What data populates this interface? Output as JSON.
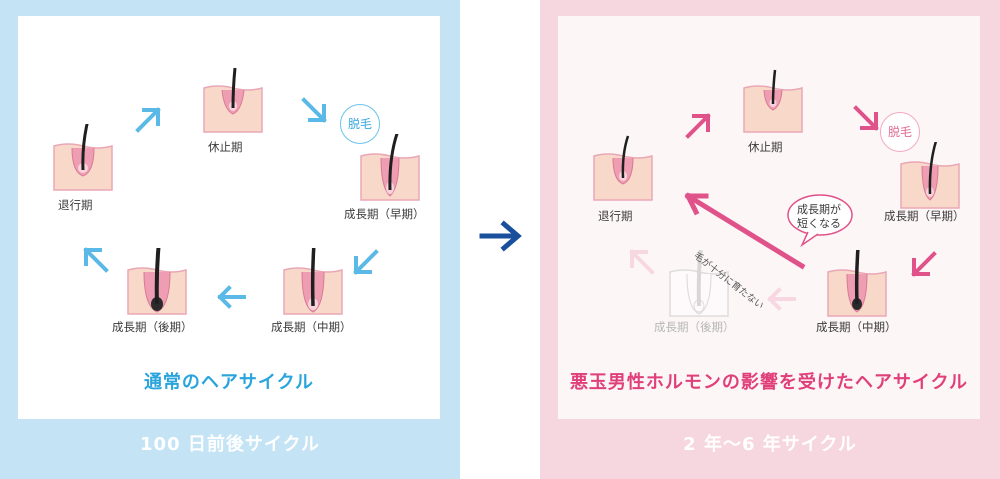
{
  "left": {
    "footer": "100 日前後サイクル",
    "title": "通常のヘアサイクル",
    "stages": {
      "resting": "休止期",
      "early": "成長期（早期）",
      "middle": "成長期（中期）",
      "late": "成長期（後期）",
      "regression": "退行期"
    },
    "badge": "脱毛"
  },
  "right": {
    "footer": "2 年〜6 年サイクル",
    "title": "悪玉男性ホルモンの影響を受けたヘアサイクル",
    "stages": {
      "resting": "休止期",
      "early": "成長期（早期）",
      "middle": "成長期（中期）",
      "late": "成長期（後期）",
      "regression": "退行期"
    },
    "badge": "脱毛",
    "bubble": "成長期が\n短くなる",
    "note": "毛が十分に育たない"
  },
  "colors": {
    "left_bg": "#c4e4f5",
    "right_bg": "#f7d7df",
    "blue_arrow": "#5ab9e6",
    "pink_arrow": "#e0538a",
    "center_arrow": "#1a4f9c",
    "skin": "#f7d6c5",
    "follicle": "#ee9db2"
  }
}
